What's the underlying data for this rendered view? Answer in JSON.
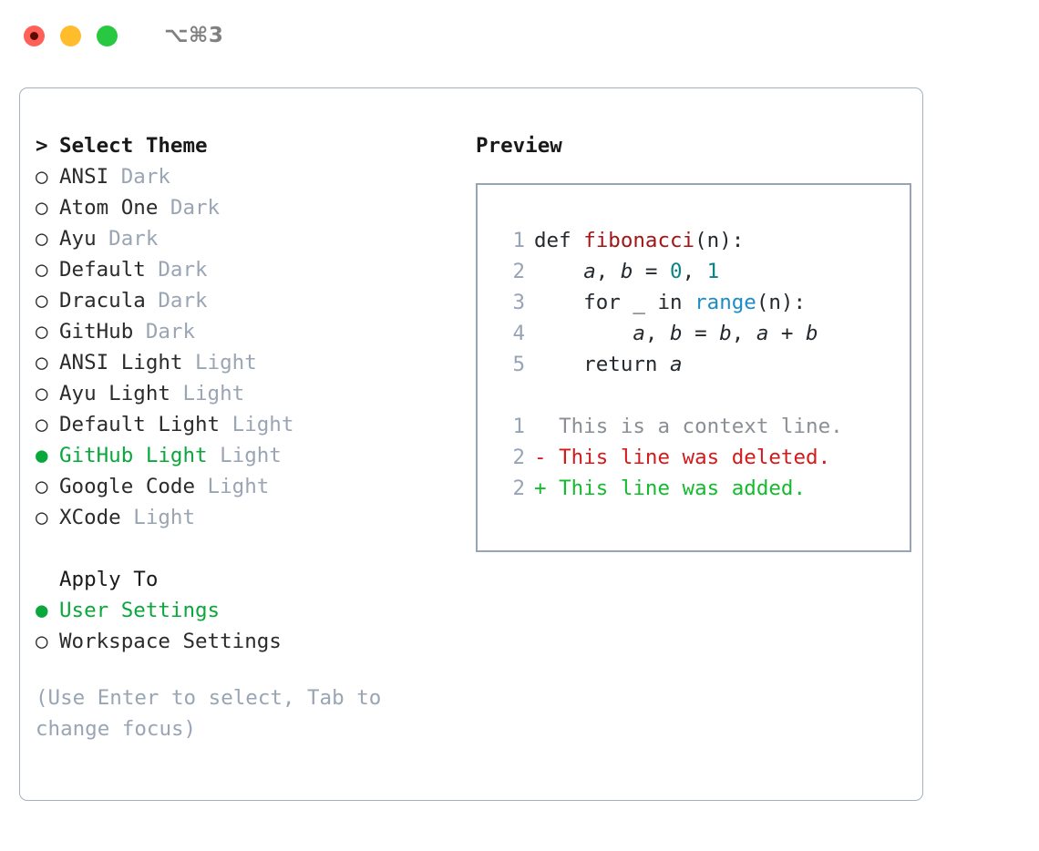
{
  "titlebar": {
    "shortcut": "⌥⌘3",
    "lights": [
      "close-red",
      "minimize-yellow",
      "maximize-green"
    ]
  },
  "theme_picker": {
    "header": {
      "marker": ">",
      "label": "Select Theme"
    },
    "items": [
      {
        "marker": "○",
        "label": "ANSI",
        "tag": "Dark",
        "selected": false
      },
      {
        "marker": "○",
        "label": "Atom One",
        "tag": "Dark",
        "selected": false
      },
      {
        "marker": "○",
        "label": "Ayu",
        "tag": "Dark",
        "selected": false
      },
      {
        "marker": "○",
        "label": "Default",
        "tag": "Dark",
        "selected": false
      },
      {
        "marker": "○",
        "label": "Dracula",
        "tag": "Dark",
        "selected": false
      },
      {
        "marker": "○",
        "label": "GitHub",
        "tag": "Dark",
        "selected": false
      },
      {
        "marker": "○",
        "label": "ANSI Light",
        "tag": "Light",
        "selected": false
      },
      {
        "marker": "○",
        "label": "Ayu Light",
        "tag": "Light",
        "selected": false
      },
      {
        "marker": "○",
        "label": "Default Light",
        "tag": "Light",
        "selected": false
      },
      {
        "marker": "●",
        "label": "GitHub Light",
        "tag": "Light",
        "selected": true
      },
      {
        "marker": "○",
        "label": "Google Code",
        "tag": "Light",
        "selected": false
      },
      {
        "marker": "○",
        "label": "XCode",
        "tag": "Light",
        "selected": false
      }
    ]
  },
  "apply_to": {
    "header": "Apply To",
    "options": [
      {
        "marker": "●",
        "label": "User Settings",
        "selected": true
      },
      {
        "marker": "○",
        "label": "Workspace Settings",
        "selected": false
      }
    ]
  },
  "hint": "(Use Enter to select, Tab to change focus)",
  "preview": {
    "title": "Preview",
    "code_lines": [
      {
        "no": "1",
        "tokens": [
          {
            "t": "def ",
            "k": "plain"
          },
          {
            "t": "fibonacci",
            "k": "fn"
          },
          {
            "t": "(n):",
            "k": "plain"
          }
        ]
      },
      {
        "no": "2",
        "tokens": [
          {
            "t": "    ",
            "k": "plain"
          },
          {
            "t": "a",
            "k": "var"
          },
          {
            "t": ", ",
            "k": "plain"
          },
          {
            "t": "b",
            "k": "var"
          },
          {
            "t": " = ",
            "k": "plain"
          },
          {
            "t": "0",
            "k": "num"
          },
          {
            "t": ", ",
            "k": "plain"
          },
          {
            "t": "1",
            "k": "num"
          }
        ]
      },
      {
        "no": "3",
        "tokens": [
          {
            "t": "    for _ in ",
            "k": "plain"
          },
          {
            "t": "range",
            "k": "call"
          },
          {
            "t": "(n):",
            "k": "plain"
          }
        ]
      },
      {
        "no": "4",
        "tokens": [
          {
            "t": "        ",
            "k": "plain"
          },
          {
            "t": "a",
            "k": "var"
          },
          {
            "t": ", ",
            "k": "plain"
          },
          {
            "t": "b",
            "k": "var"
          },
          {
            "t": " = ",
            "k": "plain"
          },
          {
            "t": "b",
            "k": "var"
          },
          {
            "t": ", ",
            "k": "plain"
          },
          {
            "t": "a",
            "k": "var"
          },
          {
            "t": " + ",
            "k": "plain"
          },
          {
            "t": "b",
            "k": "var"
          }
        ]
      },
      {
        "no": "5",
        "tokens": [
          {
            "t": "    return ",
            "k": "plain"
          },
          {
            "t": "a",
            "k": "var"
          }
        ]
      }
    ],
    "diff_lines": [
      {
        "no": "1",
        "sign": " ",
        "text": "This is a context line.",
        "kind": "context"
      },
      {
        "no": "2",
        "sign": "-",
        "text": "This line was deleted.",
        "kind": "deleted"
      },
      {
        "no": "2",
        "sign": "+",
        "text": "This line was added.",
        "kind": "added"
      }
    ]
  },
  "colors": {
    "selected_green": "#0aa83c",
    "muted_slate": "#9aa5b4",
    "border_slate": "#97a3b6",
    "code_fg": "#24292e",
    "token_function": "#a31515",
    "token_number": "#098484",
    "token_call": "#1a8cc8",
    "diff_deleted": "#d41a1a",
    "diff_added": "#15bb2e",
    "diff_context": "#8a8f96"
  }
}
